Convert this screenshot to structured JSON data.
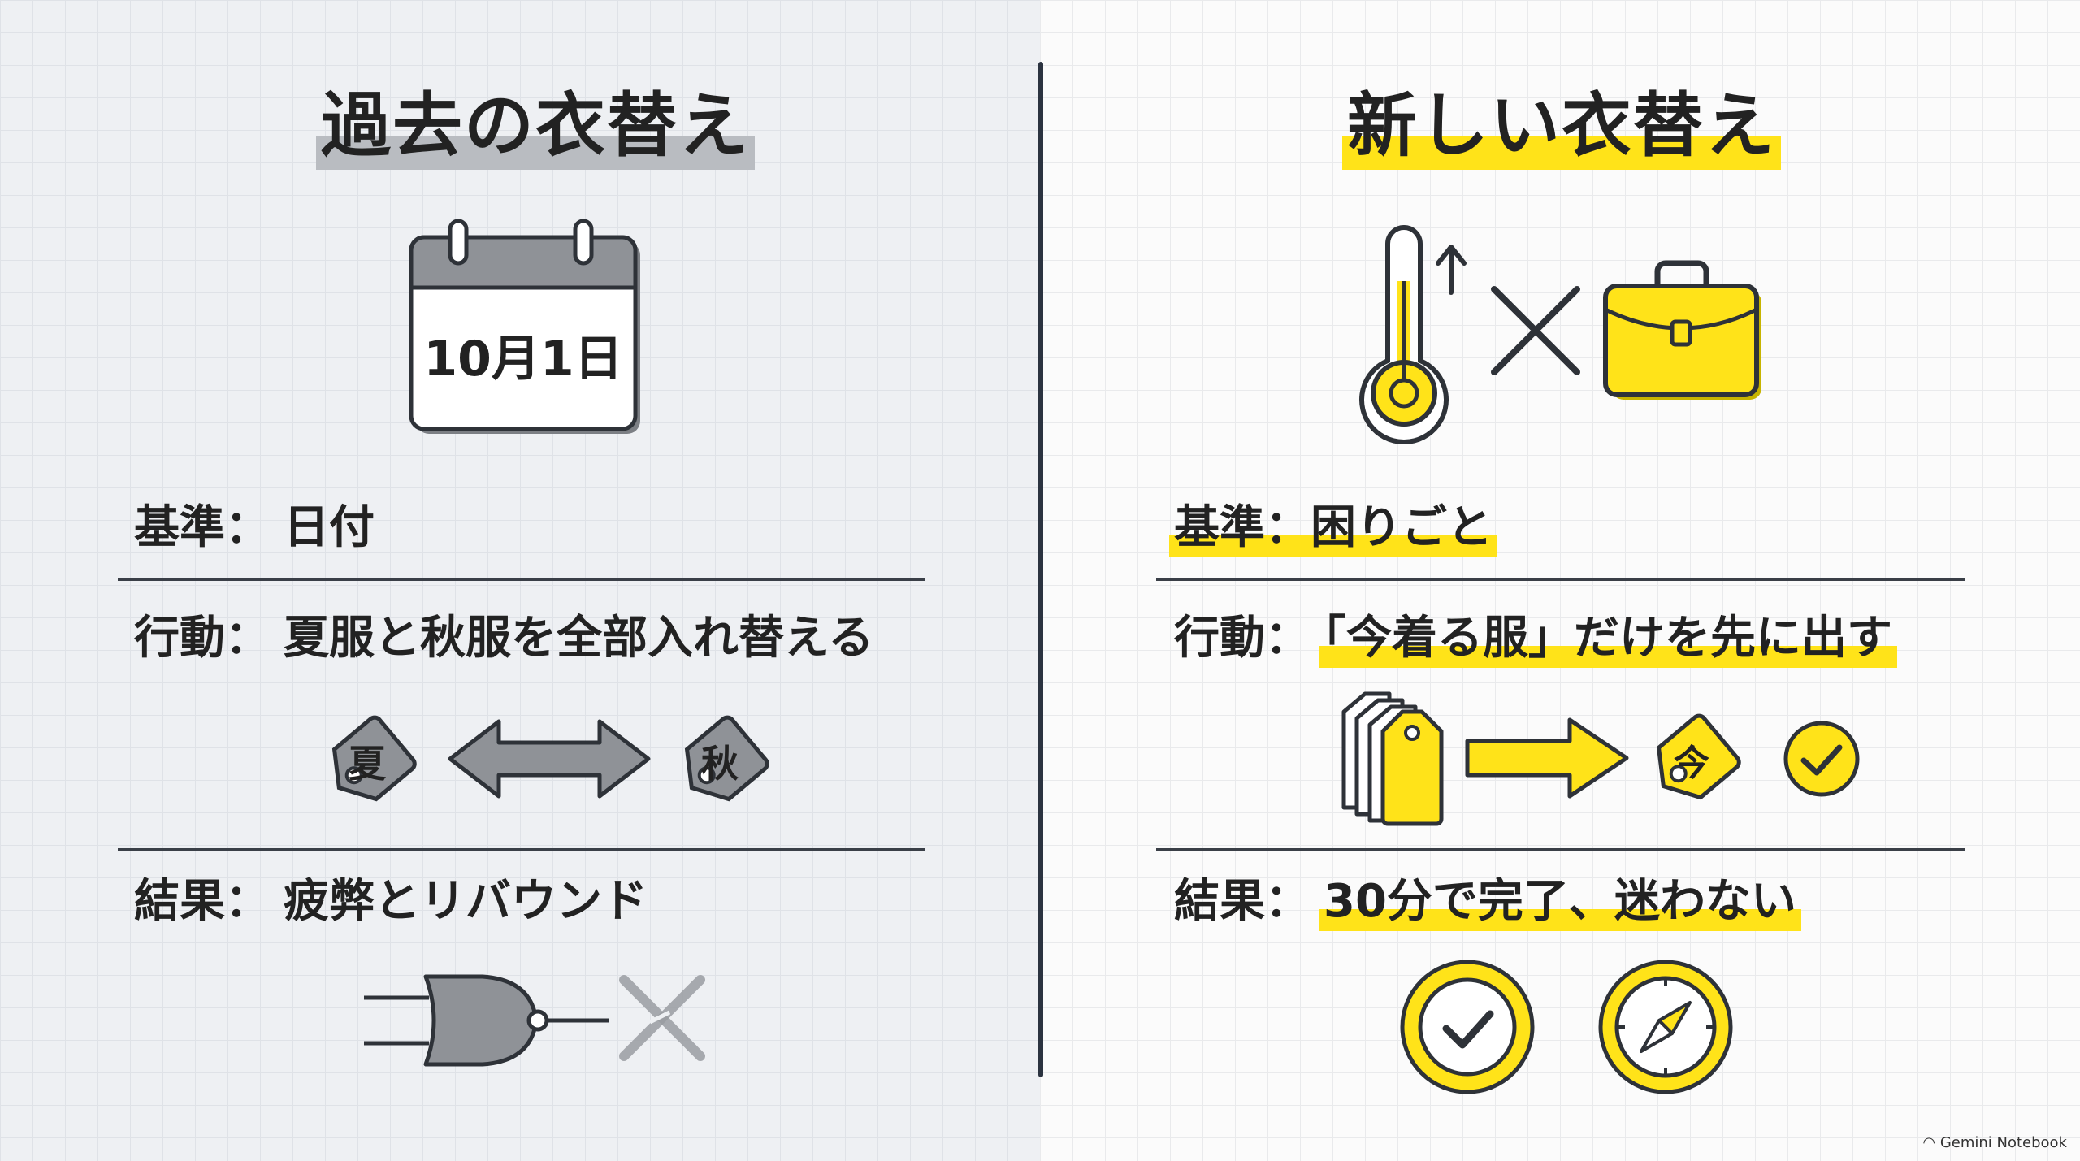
{
  "left": {
    "title": "過去の衣替え",
    "calendar_date": "10月1日",
    "criterion": {
      "label": "基準：",
      "value": "日付"
    },
    "action": {
      "label": "行動：",
      "value": "夏服と秋服を全部入れ替える"
    },
    "tags": {
      "summer": "夏",
      "autumn": "秋"
    },
    "result": {
      "label": "結果：",
      "value": "疲弊とリバウンド"
    }
  },
  "right": {
    "title": "新しい衣替え",
    "criterion": {
      "label": "基準：",
      "value": "困りごと"
    },
    "action": {
      "label": "行動：",
      "value": "「今着る服」だけを先に出す"
    },
    "tag_now": "今",
    "result": {
      "label": "結果：",
      "value": "30分で完了、迷わない"
    }
  },
  "footer": {
    "brand": "Gemini Notebook"
  },
  "colors": {
    "accent_yellow": "#ffe319",
    "icon_gray": "#8f9297",
    "ink": "#222222"
  }
}
